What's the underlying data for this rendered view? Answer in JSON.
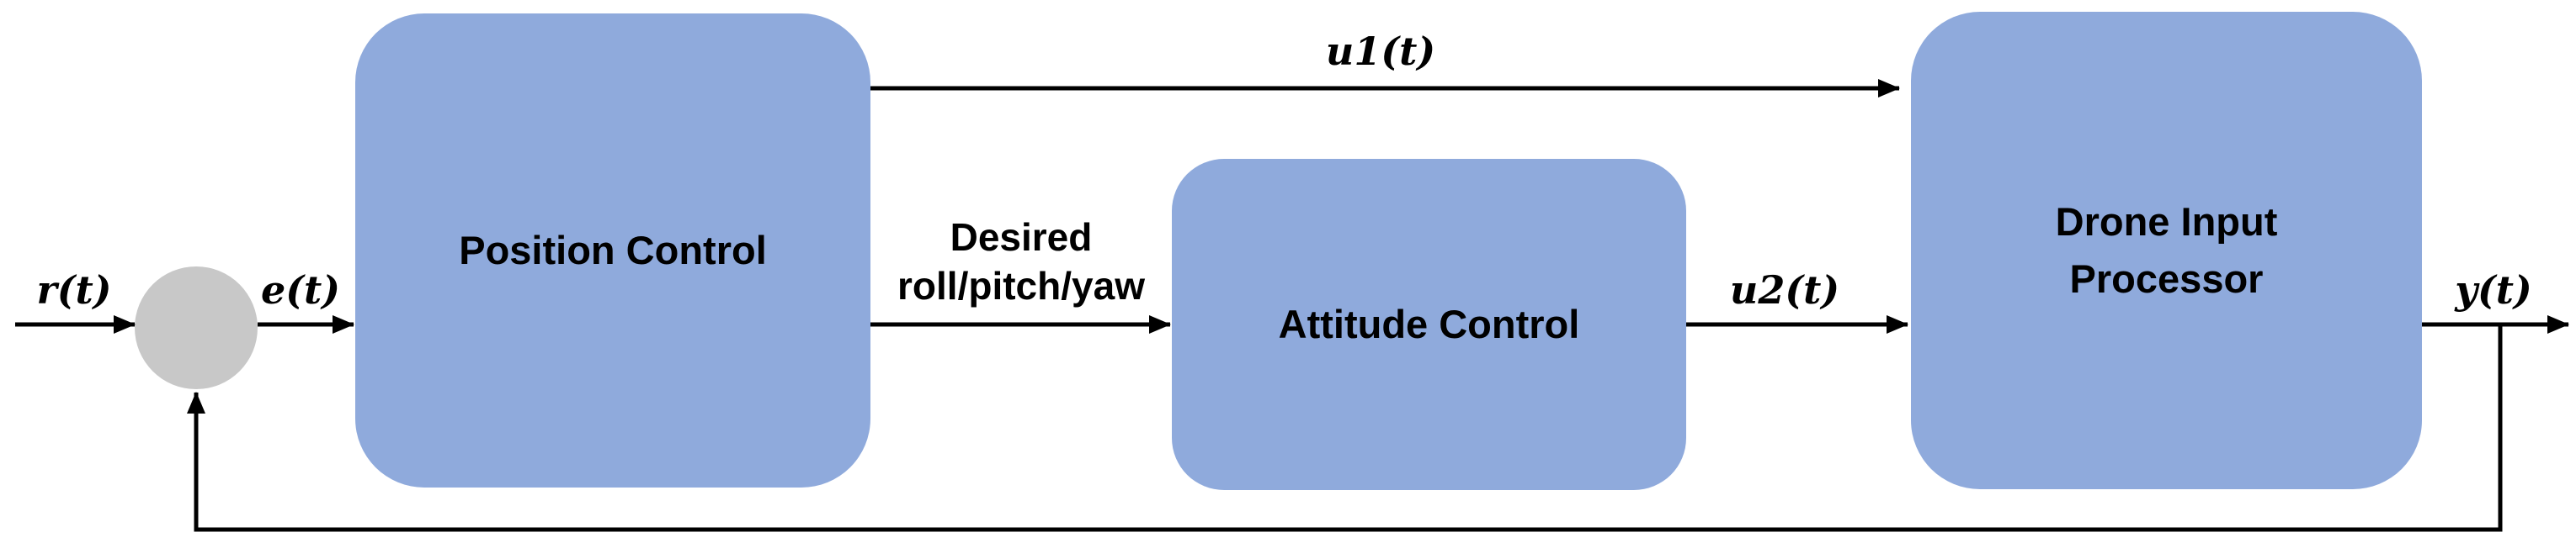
{
  "colors": {
    "block_fill": "#8FAADC",
    "junction_fill": "#C8C8C8",
    "line": "#000000",
    "text": "#000000",
    "background": "#FFFFFF"
  },
  "blocks": {
    "position": {
      "label": "Position Control"
    },
    "attitude": {
      "label": "Attitude Control"
    },
    "drone": {
      "line1": "Drone Input",
      "line2": "Processor"
    }
  },
  "signals": {
    "r": "r(t)",
    "e": "e(t)",
    "u1": "u1(t)",
    "u2": "u2(t)",
    "y": "y(t)",
    "desired": {
      "line1": "Desired",
      "line2": "roll/pitch/yaw"
    }
  }
}
